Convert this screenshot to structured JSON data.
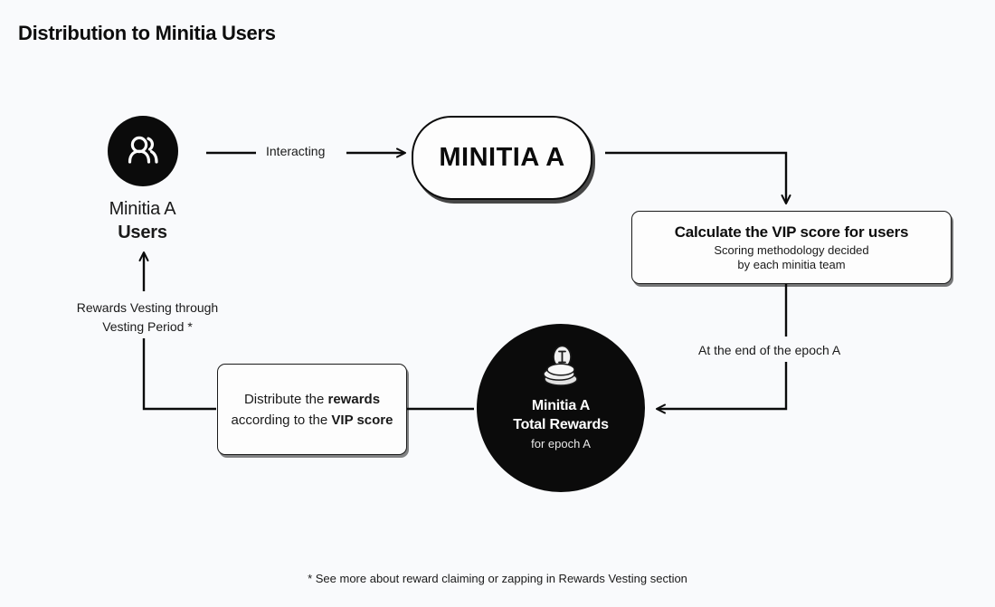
{
  "page": {
    "title": "Distribution to Minitia Users",
    "background_color": "#F9FAFC",
    "ink_color": "#0b0b0b"
  },
  "nodes": {
    "users": {
      "icon": "users-icon",
      "line1": "Minitia A",
      "line2": "Users"
    },
    "minitia": {
      "label": "MINITIA A"
    },
    "vip": {
      "title": "Calculate the VIP score for users",
      "sub_line1": "Scoring methodology decided",
      "sub_line2": "by each minitia team"
    },
    "distribute": {
      "line1_pre": "Distribute the ",
      "line1_bold": "rewards",
      "line2_pre": "according to the ",
      "line2_bold": "VIP score"
    },
    "rewards": {
      "icon": "coin-stack-icon",
      "line1": "Minitia A",
      "line2": "Total Rewards",
      "line3": "for epoch A"
    }
  },
  "edges": {
    "interacting": "Interacting",
    "epoch_end": "At the end of the epoch A",
    "vesting_line1": "Rewards Vesting through",
    "vesting_line2": "Vesting Period *"
  },
  "footnote": {
    "text": "* See more about reward claiming or zapping in Rewards Vesting section"
  }
}
